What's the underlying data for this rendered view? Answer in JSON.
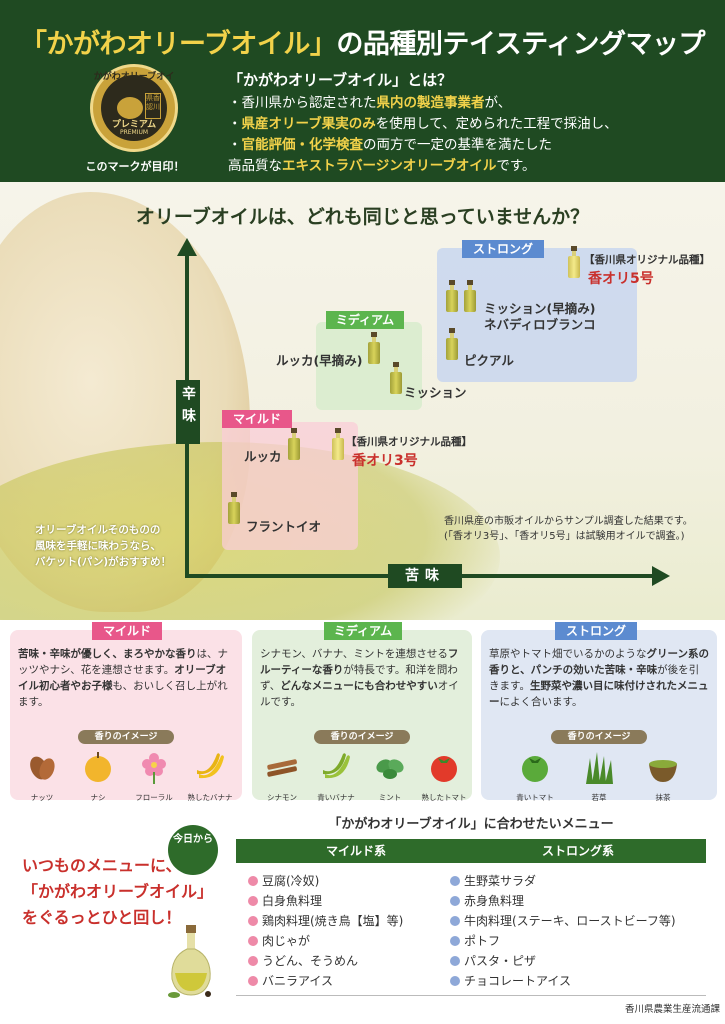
{
  "header": {
    "title_brand": "「かがわオリーブオイル」",
    "title_rest": "の品種別テイスティングマップ",
    "badge": {
      "arc_text": "かがわオリーブオイル",
      "seal": "県香認川",
      "premium": "プレミアム",
      "premium_en": "PREMIUM"
    },
    "mark_caption": "このマークが目印！",
    "intro_question": "「かがわオリーブオイル」とは？",
    "line1_a": "・香川県から認定された",
    "line1_hl": "県内の製造事業者",
    "line1_b": "が、",
    "line2_a": "・",
    "line2_hl": "県産オリーブ果実のみ",
    "line2_b": "を使用して、定められた工程で採油し、",
    "line3_a": "・",
    "line3_hl": "官能評価・化学検査",
    "line3_b": "の両方で一定の基準を満たした",
    "line4_a": "高品質な",
    "line4_hl": "エキストラバージンオリーブオイル",
    "line4_b": "です。"
  },
  "map": {
    "question": "オリーブオイルは、どれも同じと思っていませんか？",
    "y_axis": "辛味",
    "x_axis": "苦味",
    "zones": {
      "mild": "マイルド",
      "medium": "ミディアム",
      "strong": "ストロング"
    },
    "varieties": {
      "lucca": "ルッカ",
      "frantoio": "フラントイオ",
      "lucca_early": "ルッカ(早摘み)",
      "mission": "ミッション",
      "mission_early": "ミッション(早摘み)",
      "nevadillo": "ネバディロブランコ",
      "picual": "ピクアル",
      "orig_tag": "【香川県オリジナル品種】",
      "kaori3": "香オリ3号",
      "kaori5": "香オリ5号"
    },
    "note_line1": "香川県産の市販オイルからサンプル調査した結果です。",
    "note_line2": "(「香オリ3号」、「香オリ5号」は試験用オイルで調査。)",
    "tip_line1": "オリーブオイルそのものの",
    "tip_line2": "風味を手軽に味わうなら、",
    "tip_line3": "バケット(パン)がおすすめ！"
  },
  "cards": {
    "aroma_label": "香りのイメージ",
    "mild": {
      "tag": "マイルド",
      "desc_b1": "苦味・辛味が優しく、まろやかな香り",
      "desc_t1": "は、ナッツやナシ、花を連想させます。",
      "desc_b2": "オリーブオイル初心者やお子様",
      "desc_t2": "も、おいしく召し上がれます。",
      "aromas": [
        "ナッツ",
        "ナシ",
        "フローラル",
        "熟したバナナ"
      ]
    },
    "medium": {
      "tag": "ミディアム",
      "desc_t1": "シナモン、バナナ、ミントを連想させる",
      "desc_b1": "フルーティーな香り",
      "desc_t2": "が特長です。和洋を問わず、",
      "desc_b2": "どんなメニューにも合わせやすい",
      "desc_t3": "オイルです。",
      "aromas": [
        "シナモン",
        "青いバナナ",
        "ミント",
        "熟したトマト"
      ]
    },
    "strong": {
      "tag": "ストロング",
      "desc_t1": "草原やトマト畑でいるかのような",
      "desc_b1": "グリーン系の香りと、パンチの効いた苦味・辛味",
      "desc_t2": "が後を引きます。",
      "desc_b2": "生野菜や濃い目に味付けされたメニュー",
      "desc_t3": "によく合います。",
      "aromas": [
        "青いトマト",
        "若草",
        "抹茶"
      ]
    }
  },
  "menu": {
    "today": "今日から",
    "slogan_1": "いつものメニューに、",
    "slogan_2": "「かがわオリーブオイル」",
    "slogan_3": "をぐるっとひと回し！",
    "title": "「かがわオリーブオイル」に合わせたいメニュー",
    "mild_head": "マイルド系",
    "strong_head": "ストロング系",
    "mild_items": [
      "豆腐(冷奴)",
      "白身魚料理",
      "鶏肉料理(焼き鳥【塩】等)",
      "肉じゃが",
      "うどん、そうめん",
      "バニラアイス"
    ],
    "strong_items": [
      "生野菜サラダ",
      "赤身魚料理",
      "牛肉料理(ステーキ、ローストビーフ等)",
      "ポトフ",
      "パスタ・ピザ",
      "チョコレートアイス"
    ],
    "footer": "香川県農業生産流通課"
  },
  "colors": {
    "header_green": "#1f4a22",
    "brand_yellow": "#f2d24a",
    "mild_pink": "#e8578a",
    "medium_green": "#5cb54e",
    "strong_blue": "#5c8bd0",
    "original_red": "#c9302c"
  },
  "icons": [
    "olive-oil-bottle-icon",
    "nut-icon",
    "pear-icon",
    "flower-icon",
    "banana-icon",
    "cinnamon-icon",
    "mint-icon",
    "tomato-icon",
    "grass-icon",
    "matcha-icon",
    "olive-oil-jar-icon"
  ]
}
